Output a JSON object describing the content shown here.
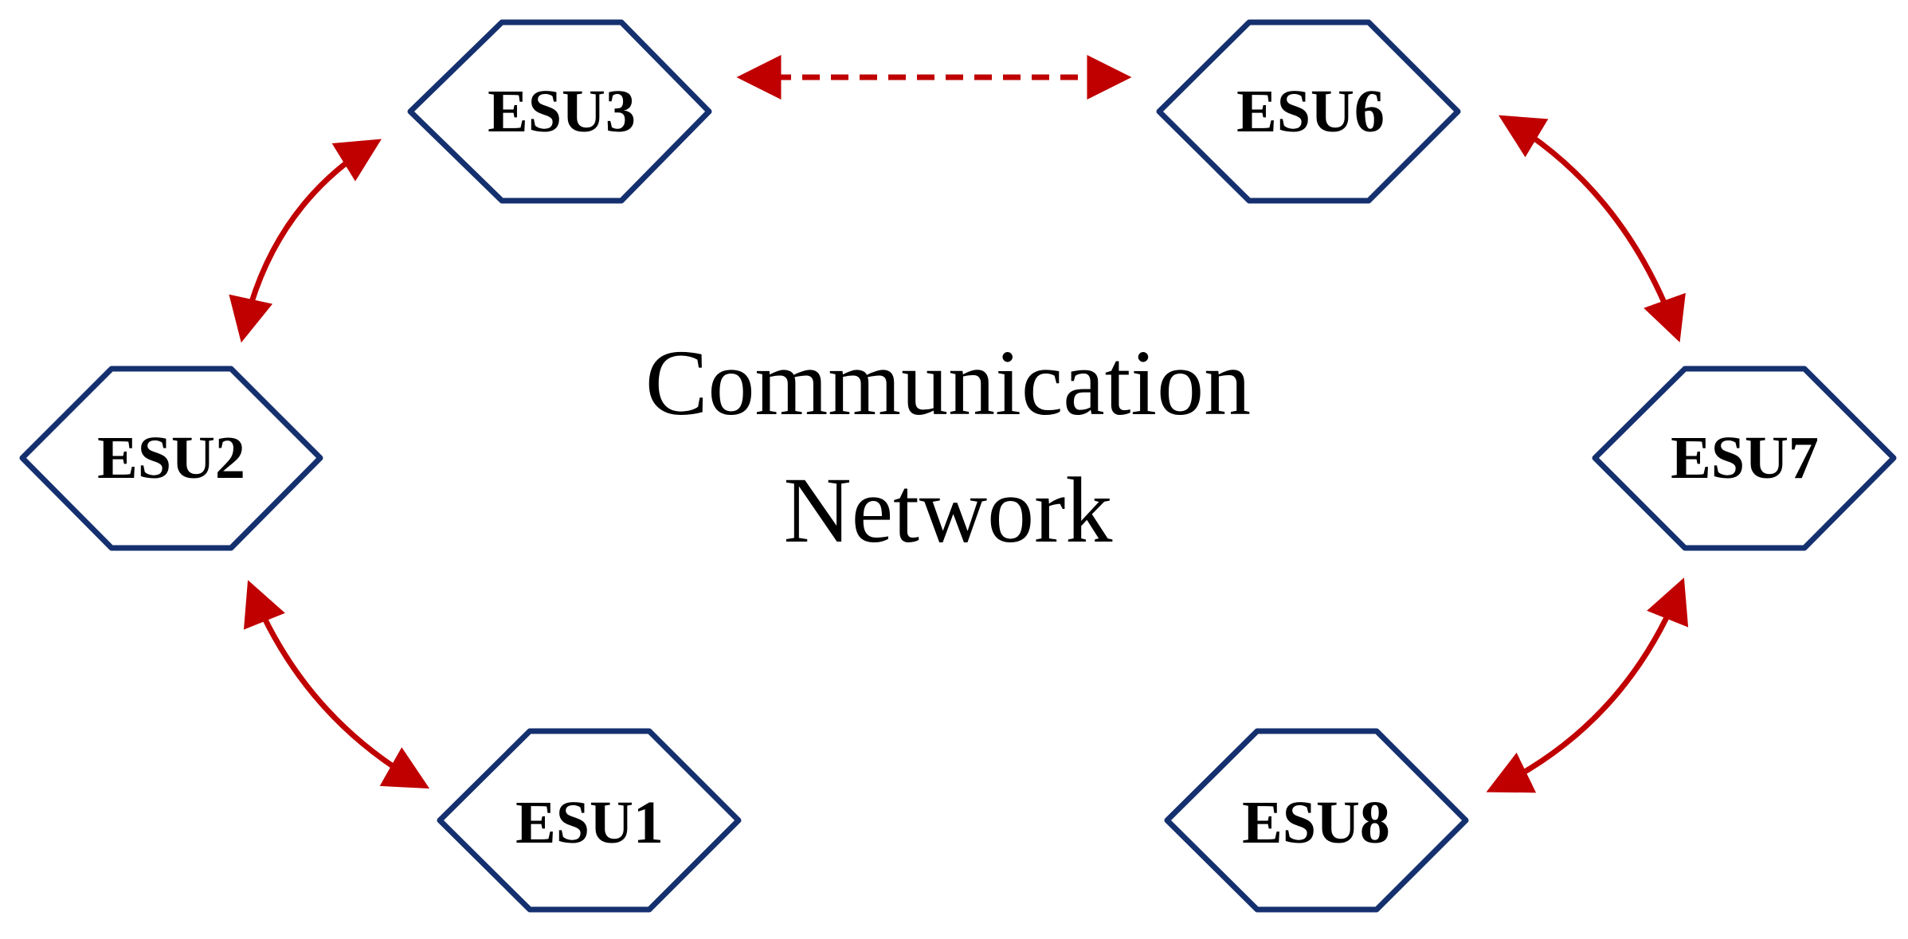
{
  "title": {
    "line1": "Communication",
    "line2": "Network"
  },
  "nodes": [
    {
      "id": "esu1",
      "label": "ESU1"
    },
    {
      "id": "esu2",
      "label": "ESU2"
    },
    {
      "id": "esu3",
      "label": "ESU3"
    },
    {
      "id": "esu6",
      "label": "ESU6"
    },
    {
      "id": "esu7",
      "label": "ESU7"
    },
    {
      "id": "esu8",
      "label": "ESU8"
    }
  ],
  "links": [
    {
      "from": "ESU2",
      "to": "ESU1",
      "style": "solid",
      "bidirectional": true
    },
    {
      "from": "ESU2",
      "to": "ESU3",
      "style": "solid",
      "bidirectional": true
    },
    {
      "from": "ESU3",
      "to": "ESU6",
      "style": "dashed",
      "bidirectional": true
    },
    {
      "from": "ESU6",
      "to": "ESU7",
      "style": "solid",
      "bidirectional": true
    },
    {
      "from": "ESU7",
      "to": "ESU8",
      "style": "solid",
      "bidirectional": true
    }
  ],
  "colors": {
    "node_border": "#15306e",
    "link": "#c00000",
    "text": "#000000",
    "background": "#ffffff"
  }
}
